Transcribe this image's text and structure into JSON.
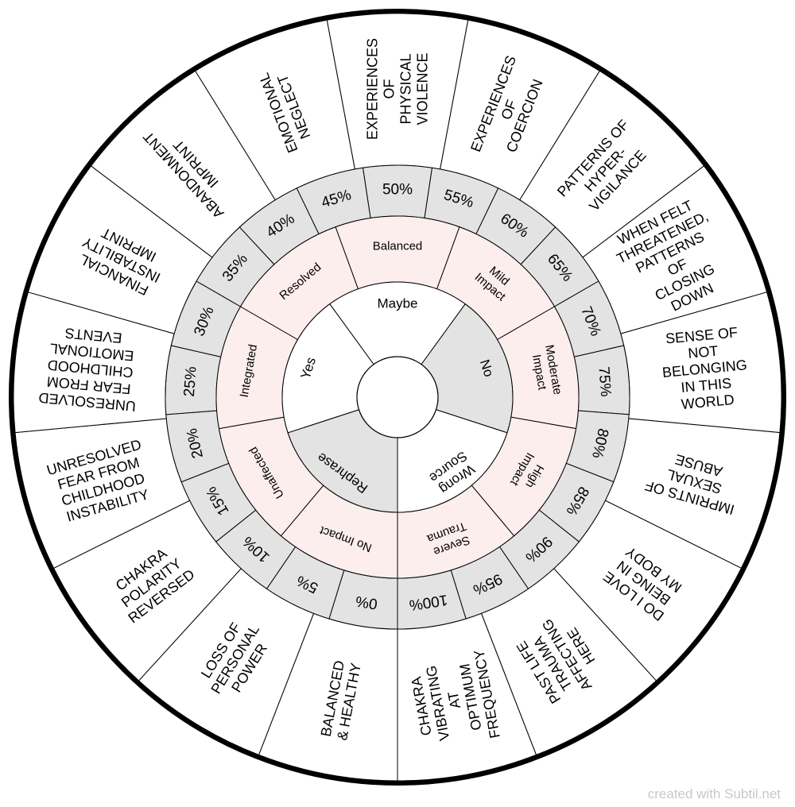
{
  "outer_ring": [
    [
      "EXPERIENCES",
      "OF",
      "PHYSICAL",
      "VIOLENCE"
    ],
    [
      "EXPERIENCES",
      "OF",
      "COERCION"
    ],
    [
      "PATTERNS OF",
      "HYPER-",
      "VIGILANCE"
    ],
    [
      "WHEN FELT",
      "THREATENED,",
      "PATTERNS",
      "OF",
      "CLOSING",
      "DOWN"
    ],
    [
      "SENSE OF",
      "NOT",
      "BELONGING",
      "IN THIS",
      "WORLD"
    ],
    [
      "IMPRINTS OF",
      "SEXUAL",
      "ABUSE"
    ],
    [
      "DO I LOVE",
      "BEING IN",
      "MY BODY"
    ],
    [
      "PAST LIFE",
      "TRAUMA",
      "AFFECTING",
      "HERE"
    ],
    [
      "CHAKRA",
      "VIBRATING",
      "AT",
      "OPTIMUM",
      "FREQUENCY"
    ],
    [
      "BALANCED",
      "& HEALTHY"
    ],
    [
      "LOSS OF",
      "PERSONAL",
      "POWER"
    ],
    [
      "CHAKRA",
      "POLARITY",
      "REVERSED"
    ],
    [
      "UNRESOLVED",
      "FEAR FROM",
      "CHILDHOOD",
      "INSTABILITY"
    ],
    [
      "UNRESOLVED",
      "FEAR FROM",
      "CHILDHOOD",
      "EMOTIONAL",
      "EVENTS"
    ],
    [
      "FINANCIAL",
      "INSTABILITY",
      "IMPRINT"
    ],
    [
      "ABANDONMENT",
      "IMPRINT"
    ],
    [
      "EMOTIONAL",
      "NEGLECT"
    ]
  ],
  "percent_ring": [
    "50%",
    "55%",
    "60%",
    "65%",
    "70%",
    "75%",
    "80%",
    "85%",
    "90%",
    "95%",
    "100%",
    "0%",
    "5%",
    "10%",
    "15%",
    "20%",
    "25%",
    "30%",
    "35%",
    "40%",
    "45%"
  ],
  "impact_ring": [
    [
      "Balanced"
    ],
    [
      "Mild",
      "Impact"
    ],
    [
      "Moderate",
      "Impact"
    ],
    [
      "High",
      "Impact"
    ],
    [
      "Severe",
      "Trauma"
    ],
    [
      "No Impact"
    ],
    [
      "Unaffected"
    ],
    [
      "Integrated"
    ],
    [
      "Resolved"
    ]
  ],
  "answer_ring": [
    [
      "Maybe"
    ],
    [
      "No"
    ],
    [
      "Wrong",
      "Source"
    ],
    [
      "Rephrase"
    ],
    [
      "Yes"
    ]
  ],
  "colors": {
    "percent_fill": "#e3e3e3",
    "impact_fill": "#fdeeee",
    "answer_gray": "#e3e3e3",
    "answer_white": "#ffffff",
    "outline": "#000000"
  },
  "credit": "created with Subtil.net"
}
